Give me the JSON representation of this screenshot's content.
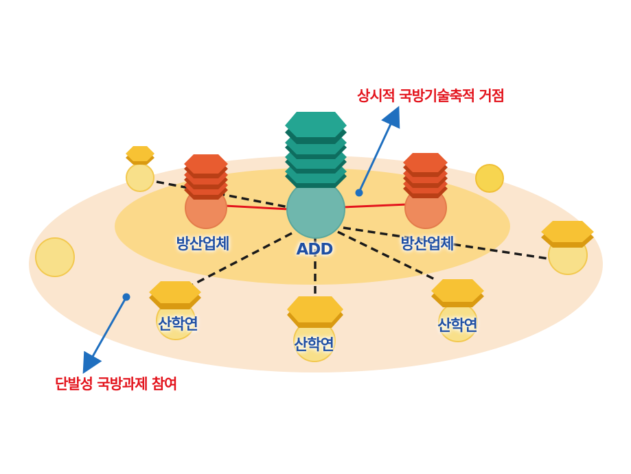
{
  "callouts": {
    "top": "상시적 국방기술축적 거점",
    "bottom": "단발성 국방과제 참여"
  },
  "nodes": {
    "center": "ADD",
    "industry_left": "방산업체",
    "industry_right": "방산업체",
    "academia_left": "산학연",
    "academia_center": "산학연",
    "academia_right": "산학연"
  },
  "colors": {
    "outer_ring": "#fbe6cf",
    "inner_ring": "#fbd98a",
    "center_node": "#6fb7ad",
    "green_stack": "#1f9a88",
    "red_stack": "#e0522a",
    "gold_stack": "#f2bb2f",
    "industry_node": "#ee8a5c",
    "academia_node": "#f8e08a",
    "label_blue": "#1f4fa3",
    "callout_red": "#e3141d",
    "arrow_blue": "#1f6fbf",
    "link_red": "#e3141d"
  }
}
